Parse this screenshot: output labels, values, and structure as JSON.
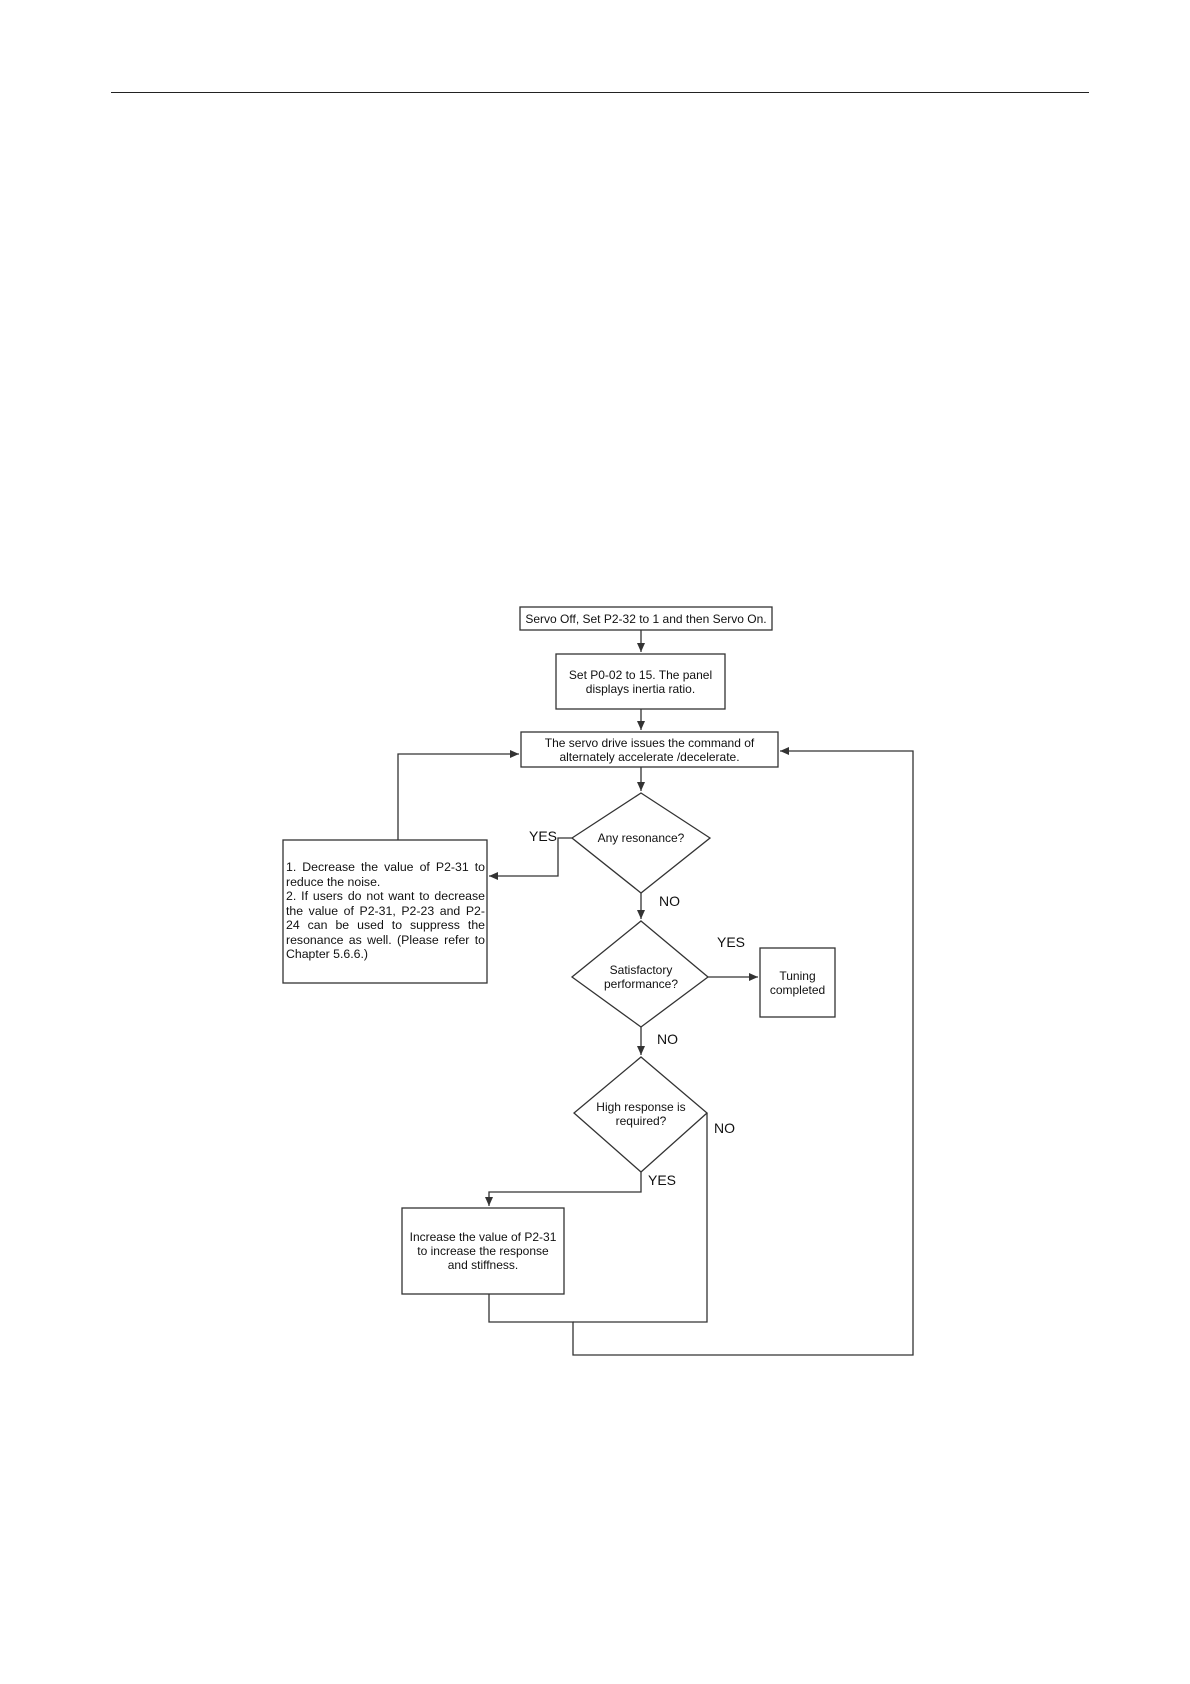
{
  "nodes": {
    "servo_off": "Servo Off, Set P2-32 to 1 and then Servo On.",
    "set_p0": "Set P0-02 to 15. The panel displays inertia ratio.",
    "servo_cmd": "The servo drive issues the command of alternately accelerate /decelerate.",
    "any_resonance": "Any resonance?",
    "decrease_text": "1. Decrease the value of P2-31 to reduce the noise.\n2. If users do not want to decrease the value of P2-31, P2-23 and P2-24 can be used to suppress the resonance as well. (Please refer to Chapter 5.6.6.)",
    "satisfactory": "Satisfactory performance?",
    "tuning_completed": "Tuning completed",
    "high_response": "High response is required?",
    "increase_text": "Increase the value of P2-31 to increase the response and stiffness."
  },
  "labels": {
    "yes_resonance": "YES",
    "no_resonance": "NO",
    "yes_satisfactory": "YES",
    "no_satisfactory": "NO",
    "no_high_response": "NO",
    "yes_high_response": "YES"
  }
}
